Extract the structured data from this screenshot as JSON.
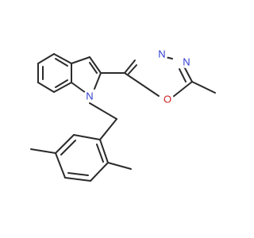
{
  "structure": {
    "atom_labels": {
      "indole_n": "N",
      "oxadiazole_n3": "N",
      "oxadiazole_n4": "N",
      "oxadiazole_o": "O"
    },
    "colors": {
      "bond": "#2b2b2b",
      "nitrogen": "#2f3ccf",
      "oxygen": "#cc1f1f",
      "background": "#ffffff"
    }
  }
}
